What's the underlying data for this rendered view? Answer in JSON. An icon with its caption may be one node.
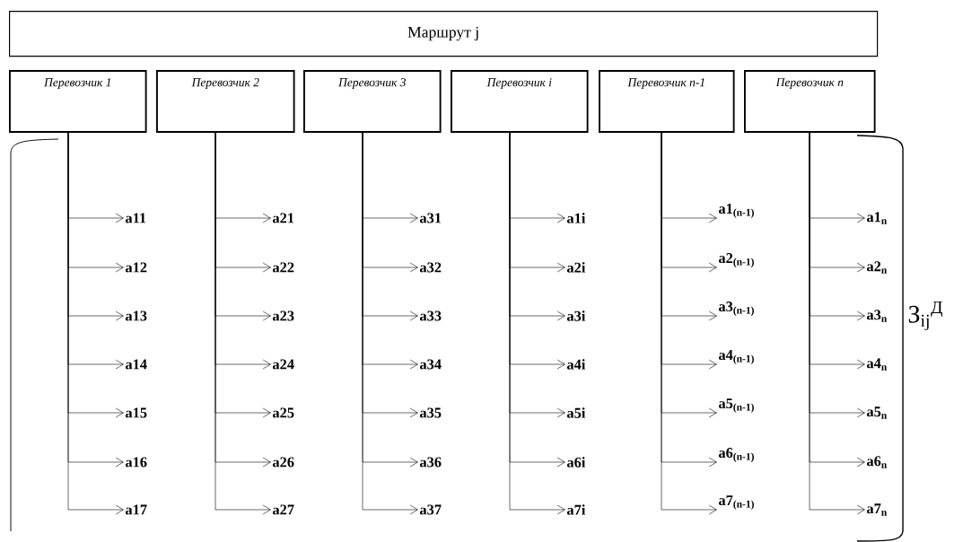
{
  "diagram": {
    "nodes": [
      {
        "text": [
          "Маршрут j"
        ]
      },
      {
        "text": [
          "Перевозчик 1"
        ]
      },
      {
        "text": [
          "Перевозчик 2"
        ]
      },
      {
        "text": [
          "Перевозчик 3"
        ]
      },
      {
        "text": [
          "Перевозчик i"
        ]
      },
      {
        "text": [
          "Перевозчик n-1"
        ]
      },
      {
        "text": [
          "Перевозчик n"
        ]
      },
      {
        "text": [
          "a11"
        ]
      },
      {
        "text": [
          "a12"
        ]
      },
      {
        "text": [
          "a13"
        ]
      },
      {
        "text": [
          "a14"
        ]
      },
      {
        "text": [
          "a15"
        ]
      },
      {
        "text": [
          "a16"
        ]
      },
      {
        "text": [
          "a17"
        ]
      },
      {
        "text": [
          "a21"
        ]
      },
      {
        "text": [
          "a22"
        ]
      },
      {
        "text": [
          "a23"
        ]
      },
      {
        "text": [
          "a24"
        ]
      },
      {
        "text": [
          "a25"
        ]
      },
      {
        "text": [
          "a26"
        ]
      },
      {
        "text": [
          "a27"
        ]
      },
      {
        "text": [
          "a31"
        ]
      },
      {
        "text": [
          "a32"
        ]
      },
      {
        "text": [
          "a33"
        ]
      },
      {
        "text": [
          "a34"
        ]
      },
      {
        "text": [
          "a35"
        ]
      },
      {
        "text": [
          "a36"
        ]
      },
      {
        "text": [
          "a37"
        ]
      },
      {
        "text": [
          "a1i"
        ]
      },
      {
        "text": [
          "a2i"
        ]
      },
      {
        "text": [
          "a3i"
        ]
      },
      {
        "text": [
          "a4i"
        ]
      },
      {
        "text": [
          "a5i"
        ]
      },
      {
        "text": [
          "a6i"
        ]
      },
      {
        "text": [
          "a7i"
        ]
      },
      {
        "text": [
          "a1$_{(n-1)}$"
        ]
      },
      {
        "text": [
          "a2$_{(n-1)}$"
        ]
      },
      {
        "text": [
          "a3$_{(n-1)}$"
        ]
      },
      {
        "text": [
          "a4$_{(n-1)}$"
        ]
      },
      {
        "text": [
          "a5$_{(n-1)}$"
        ]
      },
      {
        "text": [
          "a6$_{(n-1)}$"
        ]
      },
      {
        "text": [
          "a7$_{(n-1)}$"
        ]
      },
      {
        "text": [
          "a1$_{n}$"
        ]
      },
      {
        "text": [
          "a2$_{n}$"
        ]
      },
      {
        "text": [
          "a3$_{n}$"
        ]
      },
      {
        "text": [
          "a4$_{n}$"
        ]
      },
      {
        "text": [
          "a5$_{n}$"
        ]
      },
      {
        "text": [
          "a6$_{n}$"
        ]
      },
      {
        "text": [
          "a7$_{n}$"
        ]
      }
    ],
    "edges": [
      {
        "from": 1,
        "to": 7,
        "arrow": "to"
      },
      {
        "from": 1,
        "to": 8,
        "arrow": "to"
      },
      {
        "from": 1,
        "to": 9,
        "arrow": "to"
      },
      {
        "from": 1,
        "to": 10,
        "arrow": "to"
      },
      {
        "from": 1,
        "to": 11,
        "arrow": "to"
      },
      {
        "from": 1,
        "to": 12,
        "arrow": "to"
      },
      {
        "from": 1,
        "to": 13,
        "arrow": "to"
      },
      {
        "from": 2,
        "to": 14,
        "arrow": "to"
      },
      {
        "from": 2,
        "to": 15,
        "arrow": "to"
      },
      {
        "from": 2,
        "to": 16,
        "arrow": "to"
      },
      {
        "from": 2,
        "to": 17,
        "arrow": "to"
      },
      {
        "from": 2,
        "to": 18,
        "arrow": "to"
      },
      {
        "from": 2,
        "to": 19,
        "arrow": "to"
      },
      {
        "from": 2,
        "to": 20,
        "arrow": "to"
      },
      {
        "from": 3,
        "to": 21,
        "arrow": "to"
      },
      {
        "from": 3,
        "to": 22,
        "arrow": "to"
      },
      {
        "from": 3,
        "to": 23,
        "arrow": "to"
      },
      {
        "from": 3,
        "to": 24,
        "arrow": "to"
      },
      {
        "from": 3,
        "to": 25,
        "arrow": "to"
      },
      {
        "from": 3,
        "to": 26,
        "arrow": "to"
      },
      {
        "from": 3,
        "to": 27,
        "arrow": "to"
      },
      {
        "from": 4,
        "to": 28,
        "arrow": "to"
      },
      {
        "from": 4,
        "to": 29,
        "arrow": "to"
      },
      {
        "from": 4,
        "to": 30,
        "arrow": "to"
      },
      {
        "from": 4,
        "to": 31,
        "arrow": "to"
      },
      {
        "from": 4,
        "to": 32,
        "arrow": "to"
      },
      {
        "from": 4,
        "to": 33,
        "arrow": "to"
      },
      {
        "from": 4,
        "to": 34,
        "arrow": "to"
      },
      {
        "from": 5,
        "to": 35,
        "arrow": "to"
      },
      {
        "from": 5,
        "to": 36,
        "arrow": "to"
      },
      {
        "from": 5,
        "to": 37,
        "arrow": "to"
      },
      {
        "from": 5,
        "to": 38,
        "arrow": "to"
      },
      {
        "from": 5,
        "to": 39,
        "arrow": "to"
      },
      {
        "from": 5,
        "to": 40,
        "arrow": "to"
      },
      {
        "from": 5,
        "to": 41,
        "arrow": "to"
      },
      {
        "from": 6,
        "to": 42,
        "arrow": "to"
      },
      {
        "from": 6,
        "to": 43,
        "arrow": "to"
      },
      {
        "from": 6,
        "to": 44,
        "arrow": "to"
      },
      {
        "from": 6,
        "to": 45,
        "arrow": "to"
      },
      {
        "from": 6,
        "to": 46,
        "arrow": "to"
      },
      {
        "from": 6,
        "to": 47,
        "arrow": "to"
      },
      {
        "from": 6,
        "to": 48,
        "arrow": "to"
      }
    ],
    "labels": [
      "З$_{ij}$$^{Д}$"
    ]
  }
}
